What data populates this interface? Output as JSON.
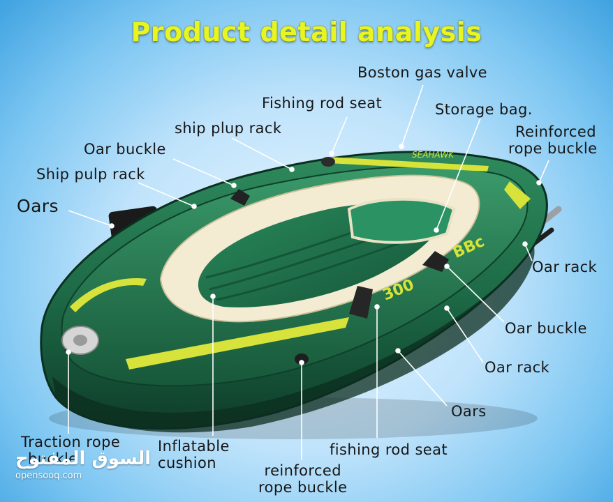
{
  "title": "Product detail analysis",
  "labels": {
    "boston_gas_valve": "Boston gas valve",
    "fishing_rod_seat_top": "Fishing rod seat",
    "storage_bag": "Storage bag.",
    "ship_plup_rack": "ship plup rack",
    "reinforced_rope_buckle_right": [
      "Reinforced",
      "rope buckle"
    ],
    "oar_buckle_left": "Oar buckle",
    "ship_pulp_rack": "Ship pulp rack",
    "oars_left": "Oars",
    "oar_rack_right": "Oar rack",
    "oar_buckle_right": "Oar buckle",
    "oar_rack_lower": "Oar rack",
    "oars_lower": "Oars",
    "traction_rope_buckle": [
      "Traction rope",
      "buckle"
    ],
    "inflatable_cushion": [
      "Inflatable",
      "cushion"
    ],
    "fishing_rod_seat_bottom": "fishing rod seat",
    "reinforced_rope_buckle_bottom": [
      "reinforced",
      "rope buckle"
    ]
  },
  "boat_print": {
    "model": "300",
    "badge": "BBc",
    "name": "SEAHAWK"
  },
  "watermark": {
    "arabic": "السوق المفتوح",
    "latin": "opensooq.com"
  },
  "colors": {
    "title": "#e9f520",
    "hull_green": "#1d6b47",
    "hull_dark": "#0f3d2a",
    "accent_yellow": "#d7e33a",
    "interior_cream": "#f3ecd2"
  }
}
